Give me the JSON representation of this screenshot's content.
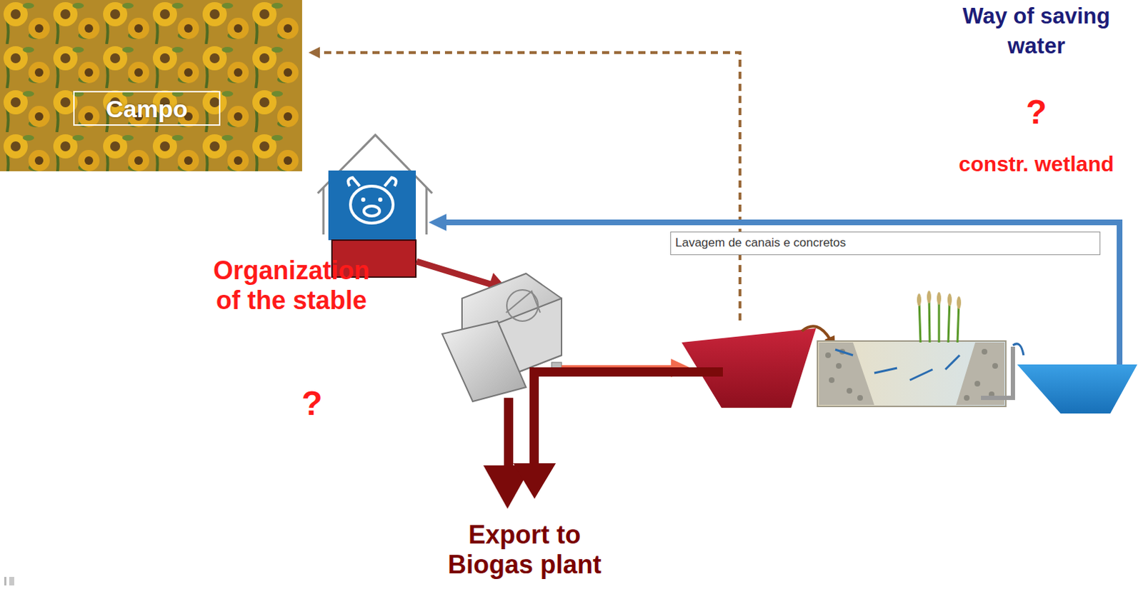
{
  "diagram": {
    "nodes": [
      {
        "text": [
          "Campo"
        ]
      },
      {
        "text": [
          "Lavagem de canais e concretos"
        ]
      }
    ],
    "labels": [
      "Way of saving water",
      "?",
      "constr. wetland",
      "Organization of the stable",
      "?",
      "Export to Biogas plant"
    ]
  }
}
